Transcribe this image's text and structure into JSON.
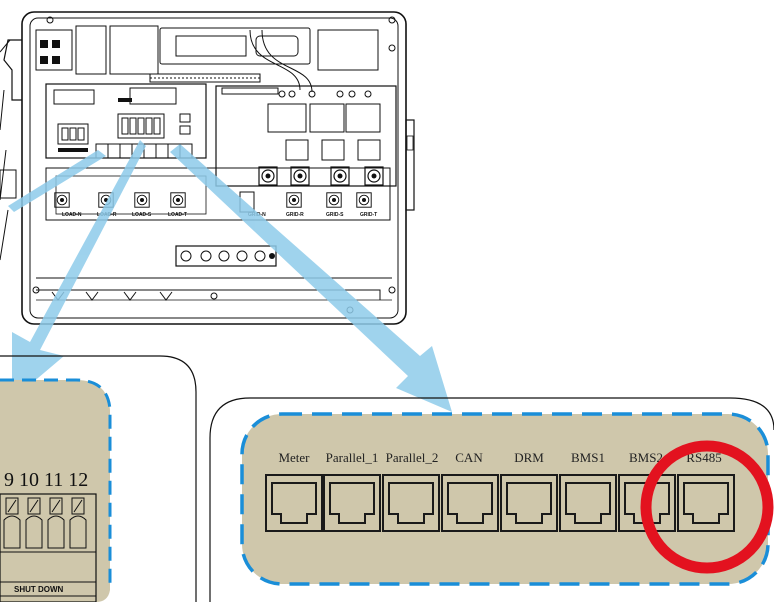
{
  "inverter": {
    "terminal_labels": [
      "LOAD-N",
      "LOAD-R",
      "LOAD-S",
      "LOAD-T",
      "GRID-N",
      "GRID-R",
      "GRID-S",
      "GRID-T"
    ]
  },
  "terminal_block": {
    "numbers": "9 10 11 12",
    "shutdown_label": "SHUT DOWN"
  },
  "ports": [
    {
      "label": "Meter"
    },
    {
      "label": "Parallel_1"
    },
    {
      "label": "Parallel_2"
    },
    {
      "label": "CAN"
    },
    {
      "label": "DRM"
    },
    {
      "label": "BMS1"
    },
    {
      "label": "BMS2"
    },
    {
      "label": "RS485"
    }
  ],
  "colors": {
    "panel_fill": "#cfc7ab",
    "dash_stroke": "#1a8ed8",
    "arrow": "#8ecbea",
    "highlight": "#e3121f"
  }
}
